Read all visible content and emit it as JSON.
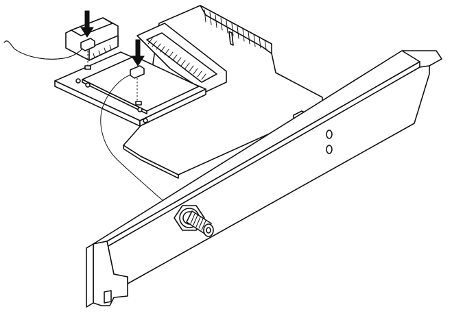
{
  "figure": {
    "parts": [
      "pcie-expansion-card",
      "mini-pcie-wireless-module",
      "antenna-cable-left",
      "antenna-cable-right",
      "pci-bracket",
      "sma-antenna-connector",
      "mhf-connector-arrows"
    ],
    "line_color": "#111111",
    "background": "#ffffff"
  }
}
